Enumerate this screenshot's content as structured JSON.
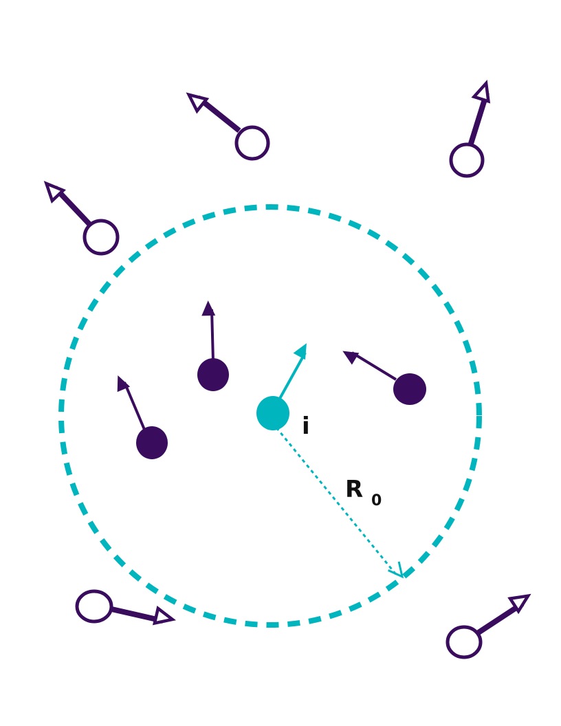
{
  "diagram": {
    "colors": {
      "neighbor": "#3a0c5e",
      "focal": "#00b5bd",
      "label": "#111111",
      "background": "#ffffff"
    },
    "labels": {
      "focal_particle": "i",
      "radius_main": "R",
      "radius_sub": "0"
    }
  }
}
